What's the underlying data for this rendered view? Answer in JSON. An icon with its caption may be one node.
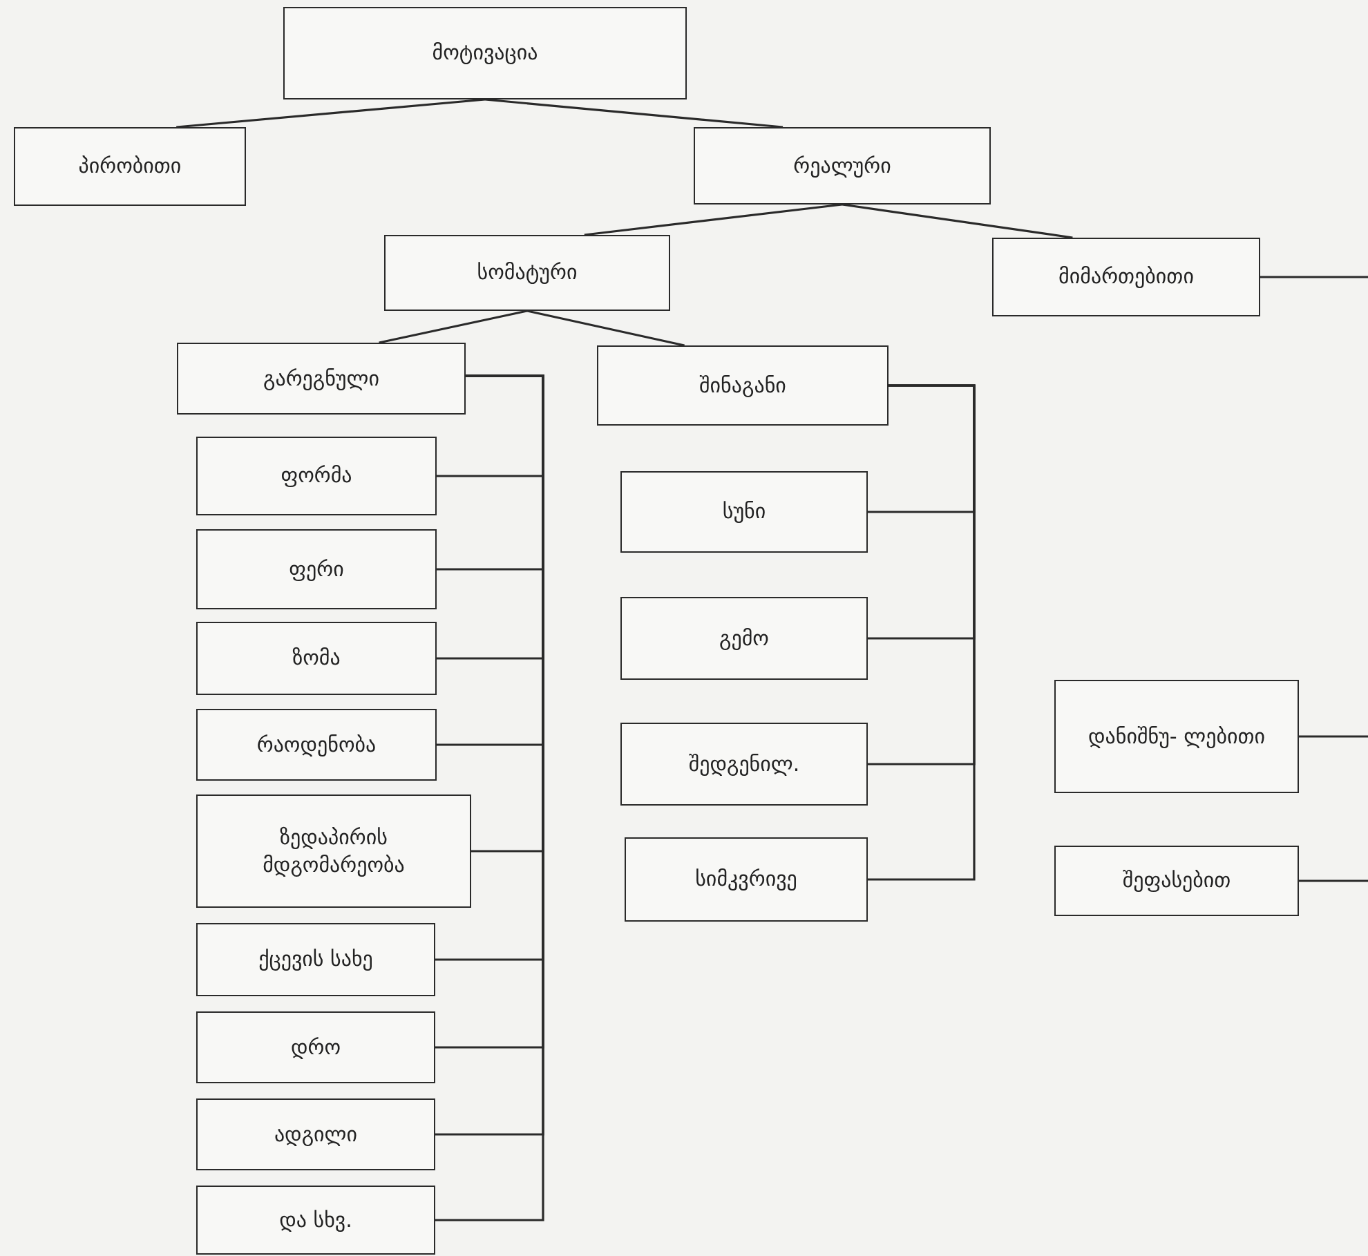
{
  "diagram": {
    "nodes": [
      {
        "text": [
          "მოტივაცია"
        ]
      },
      {
        "text": [
          "პირობითი"
        ]
      },
      {
        "text": [
          "რეალური"
        ]
      },
      {
        "text": [
          "სომატური"
        ]
      },
      {
        "text": [
          "მიმართებითი"
        ]
      },
      {
        "text": [
          "გარეგნული"
        ]
      },
      {
        "text": [
          "შინაგანი"
        ]
      },
      {
        "text": [
          "ფორმა"
        ]
      },
      {
        "text": [
          "ფერი"
        ]
      },
      {
        "text": [
          "ზომა"
        ]
      },
      {
        "text": [
          "რაოდენობა"
        ]
      },
      {
        "text": [
          "ზედაპირის მდგომარეობა"
        ]
      },
      {
        "text": [
          "ქცევის სახე"
        ]
      },
      {
        "text": [
          "დრო"
        ]
      },
      {
        "text": [
          "ადგილი"
        ]
      },
      {
        "text": [
          "და სხვ."
        ]
      },
      {
        "text": [
          "სუნი"
        ]
      },
      {
        "text": [
          "გემო"
        ]
      },
      {
        "text": [
          "შედგენილ."
        ]
      },
      {
        "text": [
          "სიმკვრივე"
        ]
      },
      {
        "text": [
          "დანიშნუ- ლებითი"
        ]
      },
      {
        "text": [
          "შეფასებით"
        ]
      }
    ],
    "edges": [
      {
        "from": 0,
        "to": 1,
        "arrow": "none"
      },
      {
        "from": 0,
        "to": 2,
        "arrow": "none"
      },
      {
        "from": 2,
        "to": 3,
        "arrow": "none"
      },
      {
        "from": 2,
        "to": 4,
        "arrow": "none"
      },
      {
        "from": 3,
        "to": 5,
        "arrow": "none"
      },
      {
        "from": 3,
        "to": 6,
        "arrow": "none"
      },
      {
        "from": 5,
        "to": 7,
        "arrow": "none"
      },
      {
        "from": 5,
        "to": 8,
        "arrow": "none"
      },
      {
        "from": 5,
        "to": 9,
        "arrow": "none"
      },
      {
        "from": 5,
        "to": 10,
        "arrow": "none"
      },
      {
        "from": 5,
        "to": 11,
        "arrow": "none"
      },
      {
        "from": 5,
        "to": 12,
        "arrow": "none"
      },
      {
        "from": 5,
        "to": 13,
        "arrow": "none"
      },
      {
        "from": 5,
        "to": 14,
        "arrow": "none"
      },
      {
        "from": 5,
        "to": 15,
        "arrow": "none"
      },
      {
        "from": 6,
        "to": 16,
        "arrow": "none"
      },
      {
        "from": 6,
        "to": 17,
        "arrow": "none"
      },
      {
        "from": 6,
        "to": 18,
        "arrow": "none"
      },
      {
        "from": 6,
        "to": 19,
        "arrow": "none"
      },
      {
        "from": 4,
        "to": null,
        "arrow": "none"
      },
      {
        "from": 20,
        "to": null,
        "arrow": "none"
      },
      {
        "from": 21,
        "to": null,
        "arrow": "none"
      }
    ]
  }
}
